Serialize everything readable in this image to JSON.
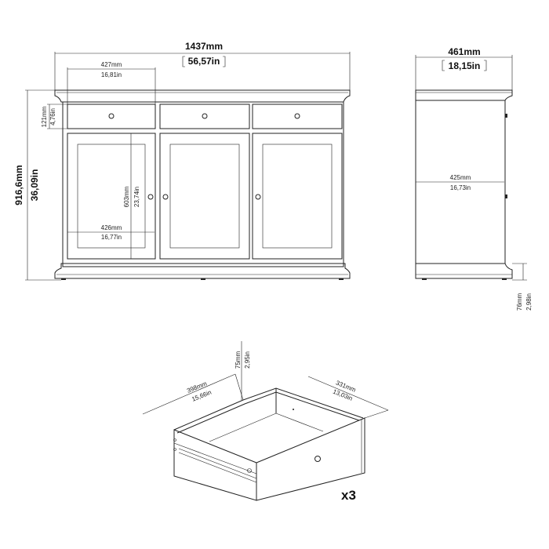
{
  "front_view": {
    "width_mm": "1437mm",
    "width_in": "56,57in",
    "height_mm": "916,6mm",
    "height_in": "36,09in",
    "drawer_width_mm": "427mm",
    "drawer_width_in": "16,81in",
    "drawer_height_mm": "121mm",
    "drawer_height_in": "4,76in",
    "door_height_mm": "603mm",
    "door_height_in": "23,74in",
    "inner_width_mm": "426mm",
    "inner_width_in": "16,77in"
  },
  "side_view": {
    "depth_mm": "461mm",
    "depth_in": "18,15in",
    "inner_depth_mm": "425mm",
    "inner_depth_in": "16,73in",
    "leg_height_mm": "76mm",
    "leg_height_in": "2,98in"
  },
  "drawer_view": {
    "depth_mm": "398mm",
    "depth_in": "15,66in",
    "width_mm": "331mm",
    "width_in": "13,03in",
    "height_mm": "75mm",
    "height_in": "2,95in",
    "quantity": "x3"
  }
}
